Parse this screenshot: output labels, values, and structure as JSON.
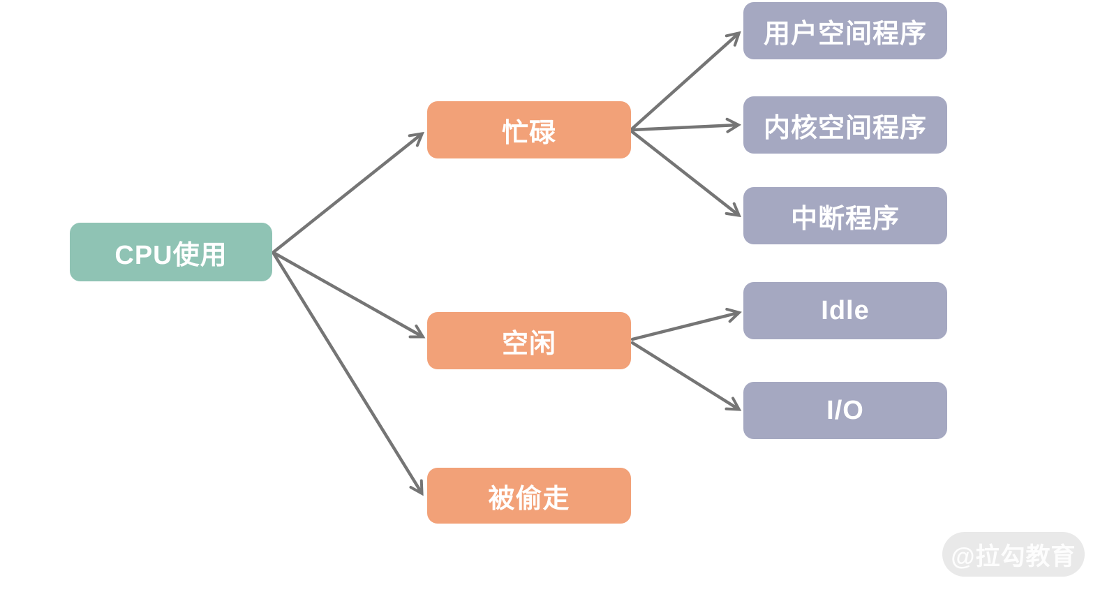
{
  "colors": {
    "root": "#8FC3B4",
    "level2": "#F2A178",
    "level3": "#A5A8C1",
    "arrow": "#757575",
    "node_text": "#FFFFFF",
    "watermark_bg": "#E9E9E9",
    "watermark_text": "#FDFDFD"
  },
  "nodes": {
    "root": {
      "id": "cpu",
      "label": "CPU使用"
    },
    "level2": [
      {
        "id": "busy",
        "label": "忙碌"
      },
      {
        "id": "idle",
        "label": "空闲"
      },
      {
        "id": "stolen",
        "label": "被偷走"
      }
    ],
    "level3": [
      {
        "id": "user-space",
        "label": "用户空间程序",
        "parent": "busy"
      },
      {
        "id": "kernel-space",
        "label": "内核空间程序",
        "parent": "busy"
      },
      {
        "id": "interrupt",
        "label": "中断程序",
        "parent": "busy"
      },
      {
        "id": "idle-en",
        "label": "Idle",
        "parent": "idle"
      },
      {
        "id": "io",
        "label": "I/O",
        "parent": "idle"
      }
    ]
  },
  "edges": [
    {
      "from": "cpu",
      "to": "busy"
    },
    {
      "from": "cpu",
      "to": "idle"
    },
    {
      "from": "cpu",
      "to": "stolen"
    },
    {
      "from": "busy",
      "to": "user-space"
    },
    {
      "from": "busy",
      "to": "kernel-space"
    },
    {
      "from": "busy",
      "to": "interrupt"
    },
    {
      "from": "idle",
      "to": "idle-en"
    },
    {
      "from": "idle",
      "to": "io"
    }
  ],
  "watermark": {
    "label": "@拉勾教育"
  }
}
